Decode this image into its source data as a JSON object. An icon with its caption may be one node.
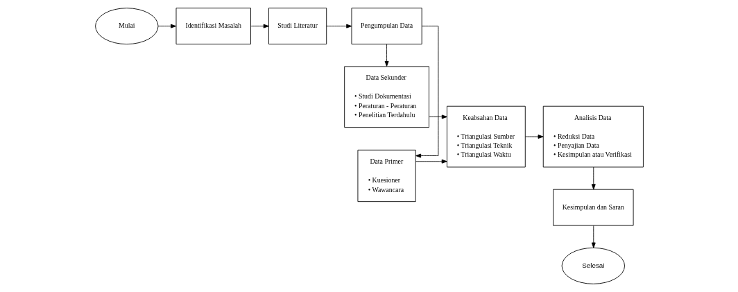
{
  "diagram": {
    "nodes": [
      {
        "text": [
          "Mulai"
        ]
      },
      {
        "text": [
          "Identifikasi Masalah"
        ]
      },
      {
        "text": [
          "Studi Literatur"
        ]
      },
      {
        "text": [
          "Pengumpulan Data"
        ]
      },
      {
        "text": [
          "Data Sekunder",
          "• Studi Dokumentasi",
          "• Peraturan - Peraturan",
          "• Penelitian Terdahulu"
        ]
      },
      {
        "text": [
          "Data Primer",
          "• Kuesioner",
          "• Wawancara"
        ]
      },
      {
        "text": [
          "Keabsahan Data",
          "• Triangulasi Sumber",
          "• Triangulasi Teknik",
          "• Triangulasi Waktu"
        ]
      },
      {
        "text": [
          "Analisis Data",
          "• Reduksi Data",
          "• Penyajian Data",
          "• Kesimpulan atau Verifikasi"
        ]
      },
      {
        "text": [
          "Kesimpulan dan Saran"
        ]
      },
      {
        "text": [
          "Selesai"
        ]
      }
    ],
    "edges": [
      {
        "from": 0,
        "to": 1,
        "arrow": "to"
      },
      {
        "from": 1,
        "to": 2,
        "arrow": "to"
      },
      {
        "from": 2,
        "to": 3,
        "arrow": "to"
      },
      {
        "from": 3,
        "to": 4,
        "arrow": "to"
      },
      {
        "from": 3,
        "to": 5,
        "arrow": "to"
      },
      {
        "from": 4,
        "to": 6,
        "arrow": "to"
      },
      {
        "from": 5,
        "to": 6,
        "arrow": "to"
      },
      {
        "from": 6,
        "to": 7,
        "arrow": "to"
      },
      {
        "from": 7,
        "to": 8,
        "arrow": "to"
      },
      {
        "from": 8,
        "to": 9,
        "arrow": "to"
      }
    ]
  }
}
